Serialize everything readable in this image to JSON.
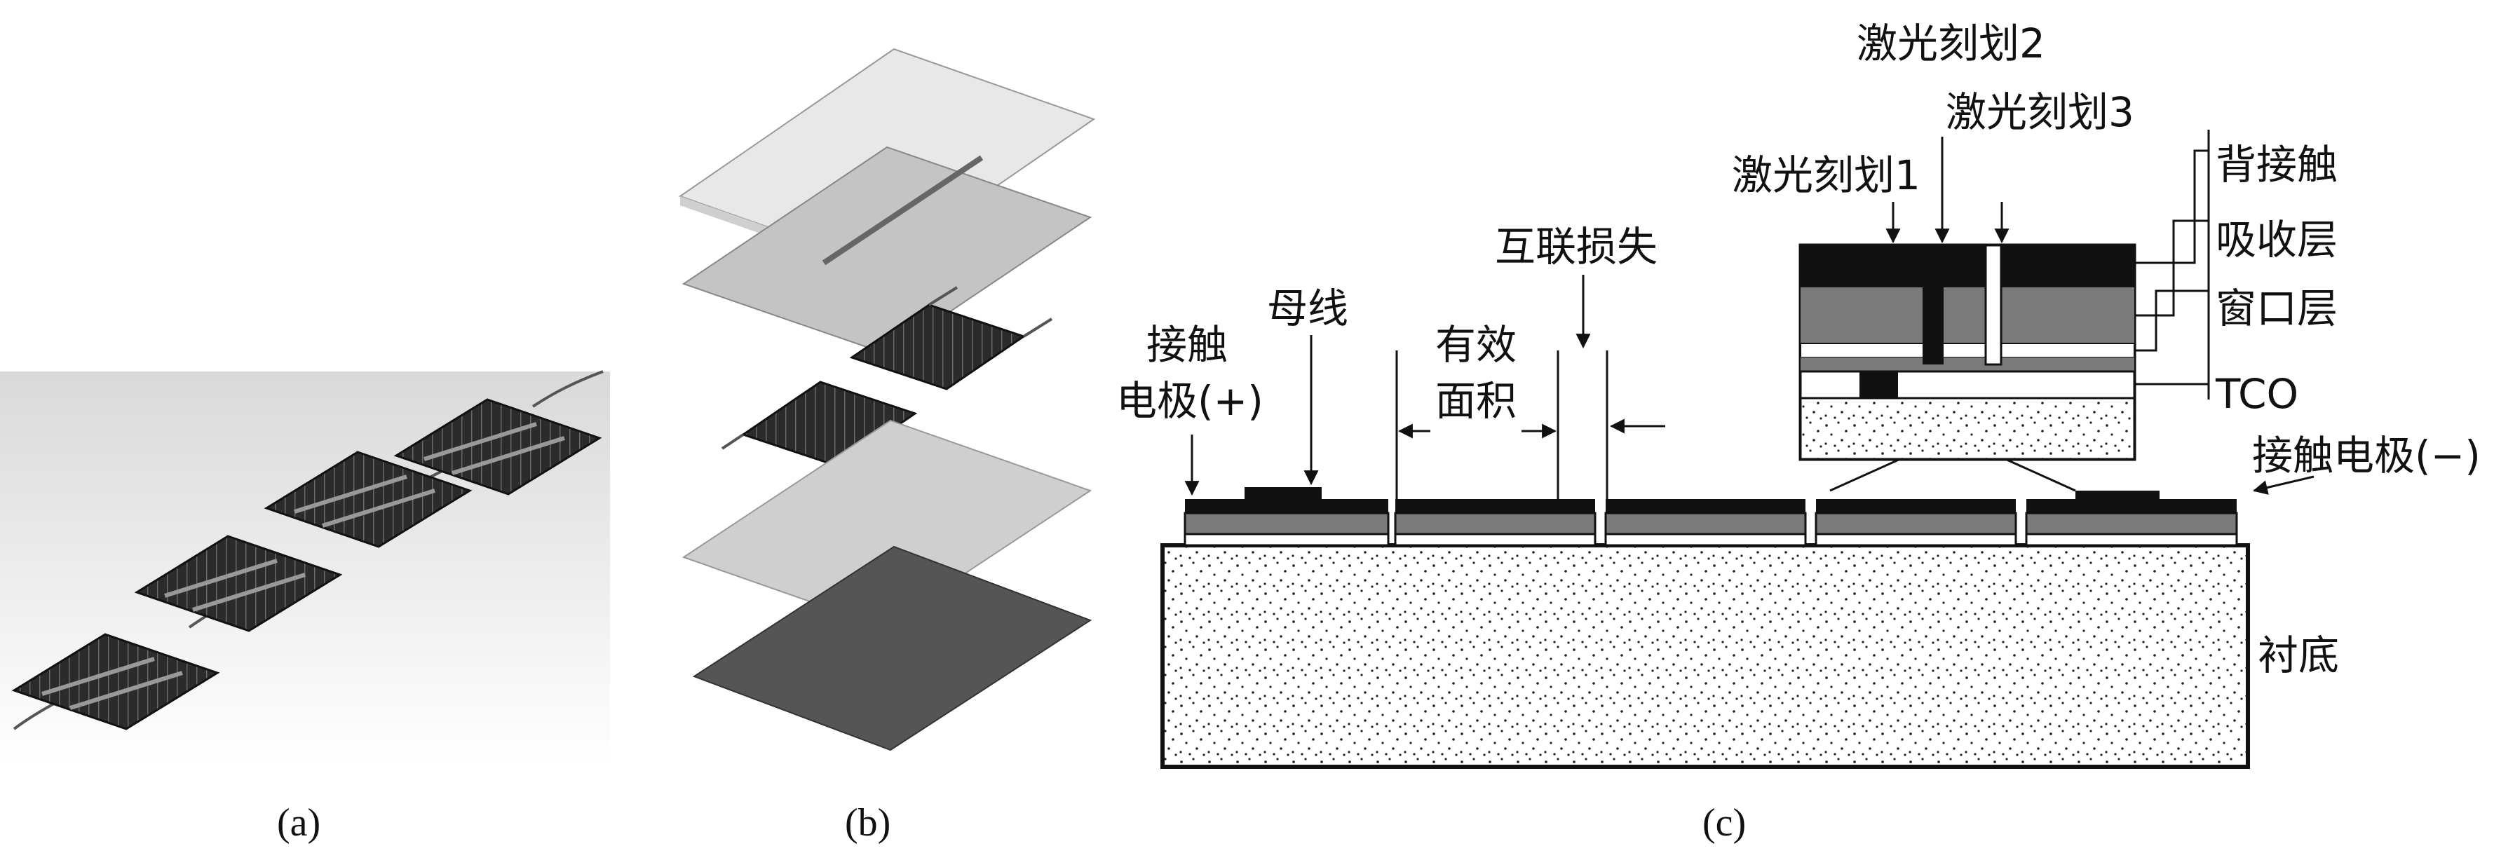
{
  "captions": {
    "a": "(a)",
    "b": "(b)",
    "c": "(c)"
  },
  "labels": {
    "contact_pos_1": "接触",
    "contact_pos_2": "电极(+)",
    "busbar": "母线",
    "active_area_1": "有效",
    "active_area_2": "面积",
    "interconnect_loss": "互联损失",
    "scribe1": "激光刻划1",
    "scribe2": "激光刻划2",
    "scribe3": "激光刻划3",
    "back_contact": "背接触",
    "absorber": "吸收层",
    "window": "窗口层",
    "tco": "TCO",
    "contact_neg": "接触电极(−)",
    "substrate": "衬底"
  }
}
